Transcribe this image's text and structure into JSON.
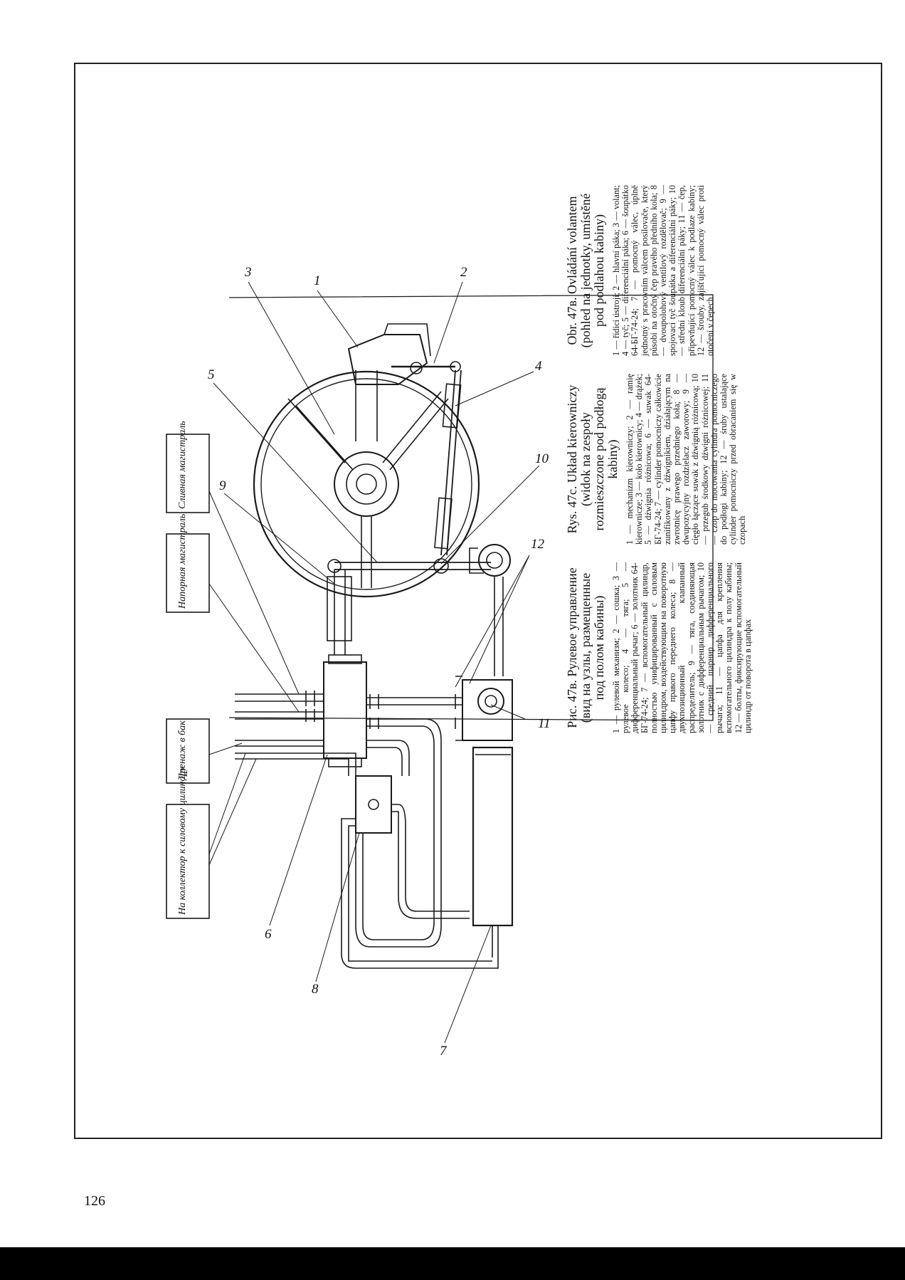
{
  "page_number": "126",
  "box_labels": [
    "Сливная магистраль",
    "Напорная магистраль",
    "Дренаж в бак",
    "На коллектор к силовому цилиндру"
  ],
  "callouts": [
    "1",
    "2",
    "3",
    "4",
    "5",
    "6",
    "7",
    "8",
    "9",
    "10",
    "11",
    "12"
  ],
  "captions": {
    "ru": {
      "title": "Рис. 47в. Рулевое управление (вид на узлы, размещенные под полом кабины)",
      "body": "1 — рулевой механизм; 2 — сошка; 3 — рулевое колесо; 4 — тяга; 5 — дифференциальный рычаг; 6 — золотник 64-БГ-74-24; 7 — вспомогательный цилиндр, полностью унифицированный с силовым цилиндром, воздействующим на поворотную цапфу правого переднего колеса; 8 — двухпозиционный клапанный распределитель; 9 — тяга, соединяющая золотник с дифференциальным рычагом; 10 — средний шарнир дифференциального рычага; 11 — цапфа для крепления вспомогательного цилиндра к полу кабины; 12 — болты, фиксирующие вспомогательный цилиндр от поворота в цапфах"
    },
    "pl": {
      "title": "Rys. 47c. Układ kierowniczy (widok na zespoły rozmieszczone pod podłogą kabiny)",
      "body": "1 — mechanizm kierowniczy; 2 — ramię kierownicze; 3 — koło kierownicy; 4 — drążek; 5 — dźwignia różnicowa; 6 — suwak 64-БГ-74-24; 7 — cylinder pomocniczy całkowicie zunifikowany z dźwignikiem, działającym na zwrotnicę prawego przedniego koła; 8 — dwupozycyjny rozdzielacz zaworowy; 9 — cięgło łączące suwak z dźwignią różnicową; 10 — przegub środkowy dźwigni różnicowej; 11 — czop do mocowania cylindra pomocniczego do podłogi kabiny; 12 — śruby ustalające cylinder pomocniczy przed obracaniem się w czopach"
    },
    "cs": {
      "title": "Obr. 47в. Ovládání volantem (pohled na jednotky, umístěné pod podlahou kabiny)",
      "body": "1 — řídicí ústrojí; 2 — hlavní páka; 3 — volant; 4 — tyč; 5 — diferenciální páka; 6 — šoupátko 64-БГ-74-24; 7 — pomocný válec, úplně jednotný s pracovním válcem posilovače, který působí na otočný čep pravého předního kola; 8 — dvoupolohový ventilový rozdělovač; 9 — spojovací tyč šoupátka a diferenciální páky; 10 — střední kloub diferenciální páky; 11 — čep, připevňující pomocný válec k podlaze kabiny; 12 — šrouby, zajišťující pomocný válec proti otočení v čepech"
    }
  }
}
